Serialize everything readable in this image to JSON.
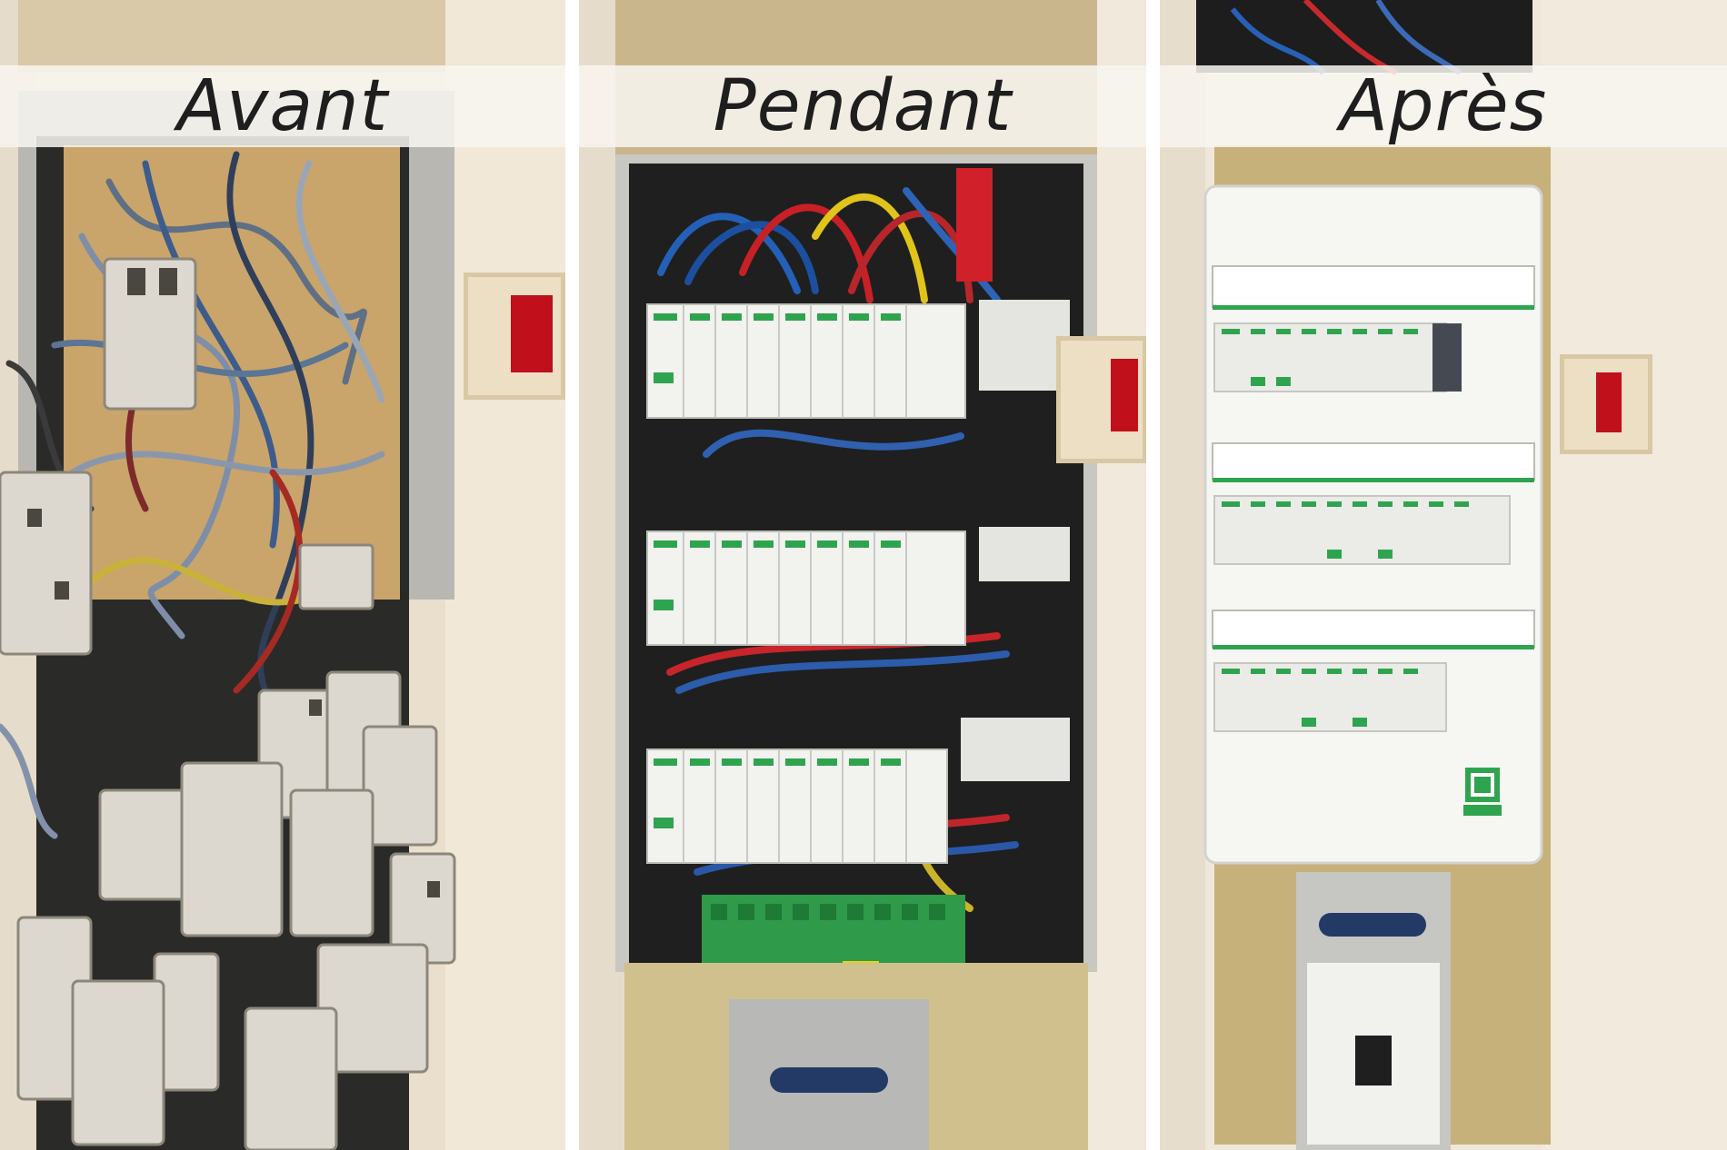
{
  "panels": [
    {
      "label": "Avant"
    },
    {
      "label": "Pendant"
    },
    {
      "label": "Après"
    }
  ],
  "colors": {
    "wall": "#efe6d6",
    "breaker_white": "#f2f2ef",
    "schneider_green": "#2fa44f",
    "banner": "#f8f6f0",
    "indicator_red": "#d0202a"
  }
}
